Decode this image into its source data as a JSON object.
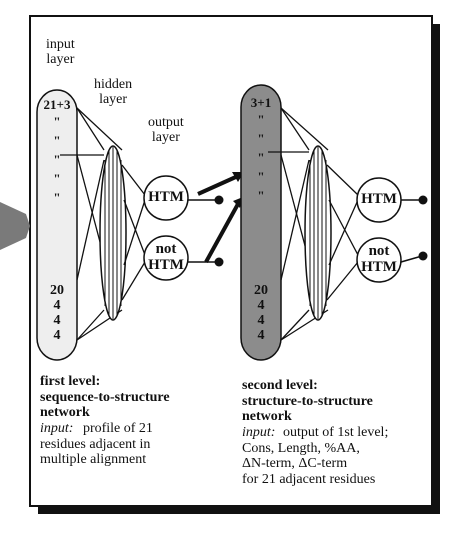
{
  "first_network": {
    "input_layer_label": [
      "input",
      "layer"
    ],
    "hidden_layer_label": [
      "hidden",
      "layer"
    ],
    "output_layer_label": [
      "output",
      "layer"
    ],
    "input_top": [
      "21+3",
      "\"",
      "\"",
      "\"",
      "\"",
      "\""
    ],
    "input_bottom": [
      "20",
      "4",
      "4",
      "4"
    ],
    "output_nodes": [
      "HTM",
      "not",
      "HTM"
    ]
  },
  "second_network": {
    "input_top": [
      "3+1",
      "\"",
      "\"",
      "\"",
      "\"",
      "\""
    ],
    "input_bottom": [
      "20",
      "4",
      "4",
      "4"
    ],
    "output_nodes": [
      "HTM",
      "not",
      "HTM"
    ]
  },
  "captions": {
    "first": {
      "title_line1": "first level:",
      "title_line2": "sequence-to-structure",
      "title_line3": "network",
      "input_label": "input:",
      "input_text1": "profile of 21",
      "input_text2": "residues adjacent in",
      "input_text3": "multiple alignment"
    },
    "second": {
      "title_line1": "second level:",
      "title_line2": "structure-to-structure",
      "title_line3": "network",
      "input_label": "input:",
      "input_text1": "output of 1st level;",
      "input_text2": "Cons,  Length, %AA,",
      "input_text3": "ΔN-term, ΔC-term",
      "input_text4": "for 21 adjacent residues"
    }
  },
  "colors": {
    "first_input_fill": "#eeeeee",
    "second_input_fill": "#8c8c8c",
    "frame_shadow": "#111111",
    "arrow_gray": "#7a7a7a"
  }
}
